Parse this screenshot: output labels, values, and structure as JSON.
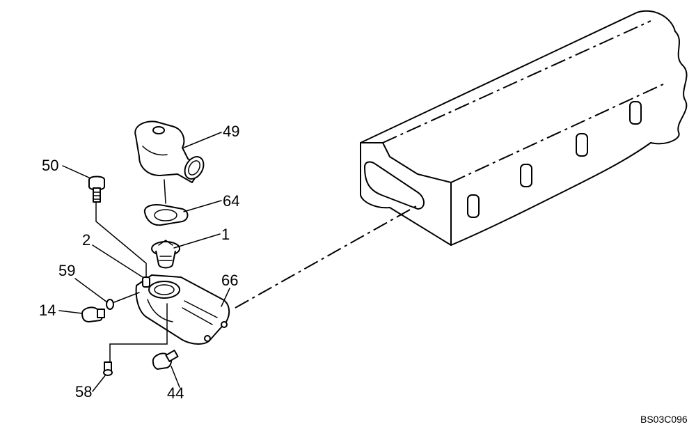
{
  "figure_code": "BS03C096",
  "callouts": {
    "c49": "49",
    "c50": "50",
    "c64": "64",
    "c1": "1",
    "c2": "2",
    "c59": "59",
    "c66": "66",
    "c14": "14",
    "c58": "58",
    "c44": "44"
  }
}
